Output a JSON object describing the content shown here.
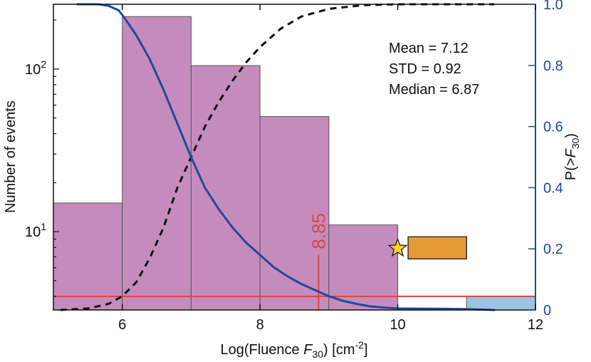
{
  "chart_data": {
    "type": "bar",
    "xlabel": "Log(Fluence F30) [cm-2]",
    "xlabel_parts": {
      "prefix": "Log(Fluence ",
      "var": "F",
      "var_sub": "30",
      "mid": ") [cm",
      "sup": "-2",
      "suffix": "]"
    },
    "ylabel_left": "Number of events",
    "ylabel_right": "P(>F30)",
    "ylabel_right_parts": {
      "prefix": "P(>",
      "var": "F",
      "var_sub": "30",
      "suffix": ")"
    },
    "xlim": [
      5,
      12
    ],
    "x_ticks": [
      {
        "value": 6,
        "label": "6"
      },
      {
        "value": 8,
        "label": "8"
      },
      {
        "value": 10,
        "label": "10"
      },
      {
        "value": 12,
        "label": "12"
      }
    ],
    "ylim_left": [
      3.3,
      250
    ],
    "y_scale_left": "log",
    "y_ticks_left": [
      {
        "value": 10,
        "base": "10",
        "exp": "1"
      },
      {
        "value": 100,
        "base": "10",
        "exp": "2"
      }
    ],
    "ylim_right": [
      0,
      1
    ],
    "y_ticks_right": [
      {
        "value": 0,
        "label": "0"
      },
      {
        "value": 0.2,
        "label": "0.2"
      },
      {
        "value": 0.4,
        "label": "0.4"
      },
      {
        "value": 0.6,
        "label": "0.6"
      },
      {
        "value": 0.8,
        "label": "0.8"
      },
      {
        "value": 1.0,
        "label": "1.0"
      }
    ],
    "histogram": {
      "color": "#c68bbd",
      "bins": [
        {
          "x0": 5,
          "x1": 6,
          "count": 15
        },
        {
          "x0": 6,
          "x1": 7,
          "count": 210
        },
        {
          "x0": 7,
          "x1": 8,
          "count": 105
        },
        {
          "x0": 8,
          "x1": 9,
          "count": 51
        },
        {
          "x0": 9,
          "x1": 10,
          "count": 11
        }
      ]
    },
    "extra_bin": {
      "x0": 11,
      "x1": 12,
      "count": 4,
      "color": "#9cc3e2"
    },
    "reference_line": {
      "y": 4,
      "color": "#d9463f"
    },
    "marker_line": {
      "x": 8.85,
      "y_top": 7.2,
      "label": "8.85",
      "color": "#d9463f"
    },
    "star": {
      "x": 10,
      "y": 7.9,
      "color": "#f5d327"
    },
    "range_box": {
      "x0": 10.15,
      "x1": 11.0,
      "y0": 6.8,
      "y1": 9.3,
      "color": "#e59a3a"
    },
    "survival_curve": {
      "color": "#1f4a99",
      "points": [
        [
          5.35,
          1.0
        ],
        [
          5.65,
          1.0
        ],
        [
          5.8,
          0.995
        ],
        [
          5.95,
          0.98
        ],
        [
          6.05,
          0.95
        ],
        [
          6.2,
          0.9
        ],
        [
          6.4,
          0.82
        ],
        [
          6.6,
          0.72
        ],
        [
          6.8,
          0.61
        ],
        [
          7.0,
          0.5
        ],
        [
          7.2,
          0.4
        ],
        [
          7.4,
          0.33
        ],
        [
          7.6,
          0.27
        ],
        [
          7.8,
          0.22
        ],
        [
          8.0,
          0.18
        ],
        [
          8.2,
          0.14
        ],
        [
          8.4,
          0.11
        ],
        [
          8.6,
          0.085
        ],
        [
          8.8,
          0.065
        ],
        [
          9.0,
          0.045
        ],
        [
          9.2,
          0.03
        ],
        [
          9.4,
          0.02
        ],
        [
          9.6,
          0.012
        ],
        [
          9.8,
          0.008
        ],
        [
          10.0,
          0.005
        ],
        [
          10.5,
          0.004
        ],
        [
          11.0,
          0.003
        ],
        [
          11.4,
          0.0
        ]
      ]
    },
    "cdf_curve": {
      "color": "#111111",
      "dashed": true,
      "points": [
        [
          5.1,
          0.0
        ],
        [
          5.5,
          0.005
        ],
        [
          5.8,
          0.02
        ],
        [
          6.0,
          0.045
        ],
        [
          6.2,
          0.09
        ],
        [
          6.4,
          0.17
        ],
        [
          6.6,
          0.27
        ],
        [
          6.8,
          0.4
        ],
        [
          7.0,
          0.5
        ],
        [
          7.2,
          0.6
        ],
        [
          7.4,
          0.68
        ],
        [
          7.6,
          0.75
        ],
        [
          7.8,
          0.81
        ],
        [
          8.0,
          0.86
        ],
        [
          8.3,
          0.92
        ],
        [
          8.6,
          0.96
        ],
        [
          9.0,
          0.985
        ],
        [
          9.5,
          0.997
        ],
        [
          10.0,
          1.0
        ],
        [
          11.4,
          1.0
        ]
      ]
    },
    "stats_lines": [
      "Mean = 7.12",
      "STD = 0.92",
      "Median = 6.87"
    ],
    "colors": {
      "right_axis": "#1f4a99",
      "text": "#111111"
    }
  }
}
